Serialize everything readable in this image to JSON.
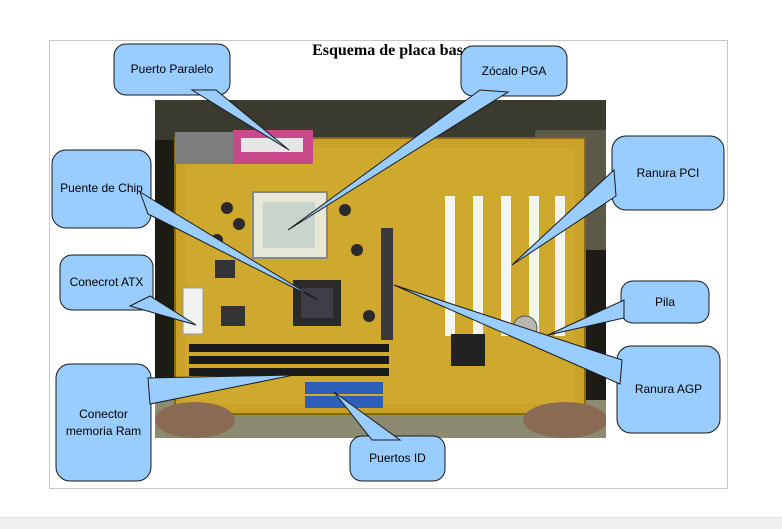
{
  "title": "Esquema de placa base",
  "labels": {
    "parallel_port": "Puerto Paralelo",
    "pga_socket": "Zócalo PGA",
    "chip_bridge": "Puente de Chip",
    "pci_slot": "Ranura PCI",
    "atx_connector": "Conecrot ATX",
    "battery": "Pila",
    "ram_connector_line1": "Conector",
    "ram_connector_line2": "memoria Ram",
    "agp_slot": "Ranura AGP",
    "ide_ports": "Puertos ID"
  },
  "colors": {
    "callout_fill": "#99ccff",
    "callout_stroke": "#1a1a1a",
    "board_yellow": "#c9a227",
    "photo_background": "#1c1c14"
  }
}
